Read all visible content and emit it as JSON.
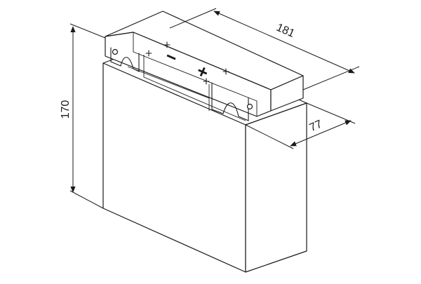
{
  "dimensions": {
    "length": "181",
    "depth": "77",
    "height": "170"
  },
  "terminals": {
    "positive_symbol": "+",
    "negative_symbol": "−"
  },
  "colors": {
    "line": "#1a1a1a",
    "fill": "#ffffff"
  }
}
